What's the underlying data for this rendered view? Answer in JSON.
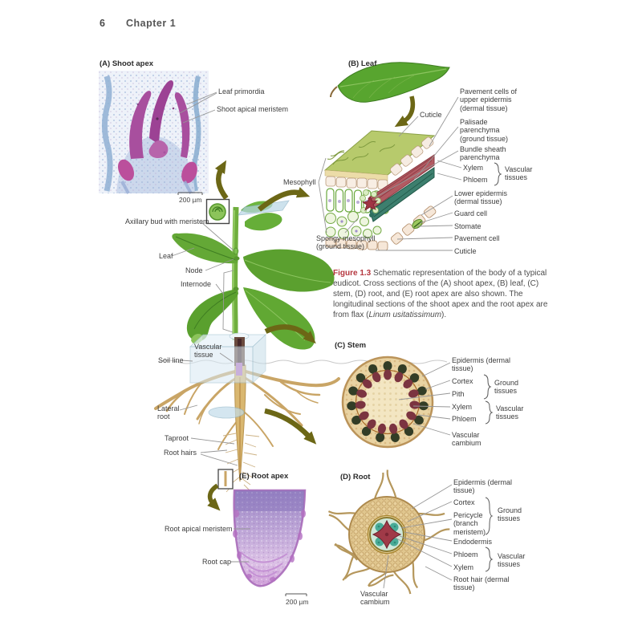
{
  "header": {
    "page_number": "6",
    "chapter": "Chapter 1"
  },
  "colors": {
    "figure_label_red": "#b5373f",
    "arrow_olive": "#6c6716",
    "leaf_green": "#5ba02f",
    "stem_tan": "#e9d3a2",
    "micrograph_purple": "#a84f9e",
    "stele_teal": "#49ab97"
  },
  "panelA": {
    "title": "(A) Shoot apex",
    "labels": {
      "leaf_primordia": "Leaf primordia",
      "shoot_apical_meristem": "Shoot apical meristem"
    },
    "scale": "200 µm"
  },
  "plant": {
    "labels": {
      "axillary_bud": "Axillary bud with meristem",
      "leaf": "Leaf",
      "node": "Node",
      "internode": "Internode",
      "vascular_tissue": "Vascular tissue",
      "soil_line": "Soil line",
      "lateral_root": "Lateral root",
      "taproot": "Taproot",
      "root_hairs": "Root hairs"
    }
  },
  "panelB": {
    "title": "(B) Leaf",
    "labels": {
      "cuticle_top": "Cuticle",
      "mesophyll": "Mesophyll",
      "pavement_cells": "Pavement cells of upper epidermis (dermal tissue)",
      "palisade": "Palisade parenchyma (ground tissue)",
      "bundle_sheath": "Bundle sheath parenchyma",
      "xylem": "Xylem",
      "phloem": "Phloem",
      "vascular_tissues": "Vascular tissues",
      "lower_epidermis": "Lower epidermis (dermal tissue)",
      "guard_cell": "Guard cell",
      "stomate": "Stomate",
      "pavement_cell": "Pavement cell",
      "cuticle_bottom": "Cuticle",
      "spongy_mesophyll": "Spongy mesophyll (ground tissue)"
    }
  },
  "caption": {
    "label": "Figure 1.3",
    "body": " Schematic representation of the body of a typical eudicot. Cross sections of the (A) shoot apex, (B) leaf, (C) stem, (D) root, and (E) root apex are also shown. The longitudinal sections of the shoot apex and the root apex are from flax (",
    "species": "Linum usitatissimum",
    "end": ")."
  },
  "panelC": {
    "title": "(C) Stem",
    "labels": {
      "epidermis": "Epidermis (dermal tissue)",
      "cortex": "Cortex",
      "pith": "Pith",
      "ground_tissues": "Ground tissues",
      "xylem": "Xylem",
      "phloem": "Phloem",
      "vascular_tissues": "Vascular tissues",
      "vascular_cambium": "Vascular cambium"
    }
  },
  "panelD": {
    "title": "(D) Root",
    "labels": {
      "epidermis": "Epidermis (dermal tissue)",
      "cortex": "Cortex",
      "pericycle": "Pericycle (branch meristem)",
      "ground_tissues": "Ground tissues",
      "endodermis": "Endodermis",
      "phloem": "Phloem",
      "xylem": "Xylem",
      "vascular_tissues": "Vascular tissues",
      "root_hair": "Root hair (dermal tissue)",
      "vascular_cambium": "Vascular cambium"
    }
  },
  "panelE": {
    "title": "(E) Root apex",
    "labels": {
      "root_apical_meristem": "Root apical meristem",
      "root_cap": "Root cap"
    },
    "scale": "200 µm"
  }
}
